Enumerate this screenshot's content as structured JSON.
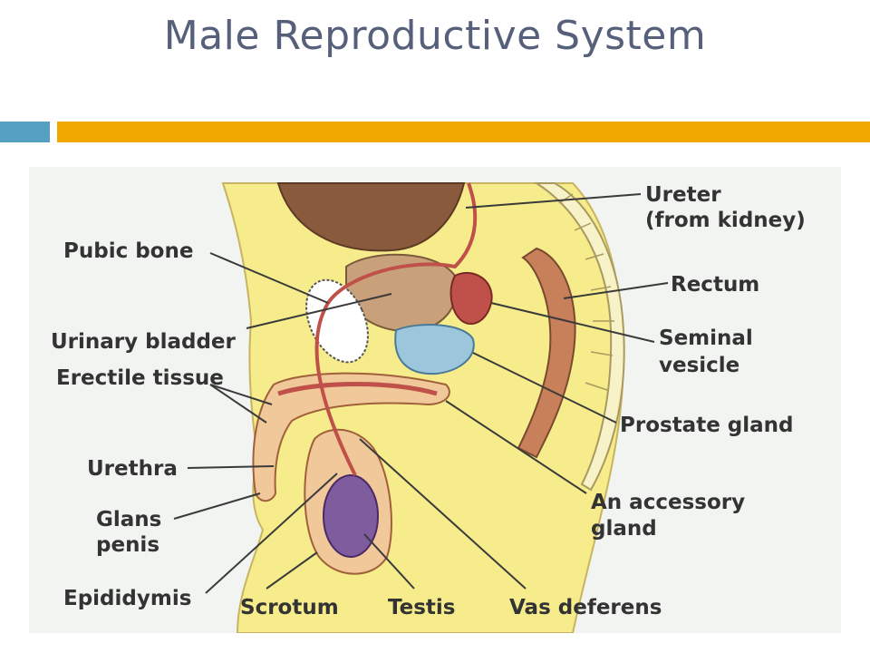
{
  "title": "Male Reproductive System",
  "colors": {
    "title": "#56607a",
    "accent_blue": "#56a0c4",
    "accent_gold": "#f0a800",
    "figure_bg": "#f1f4f1",
    "tissue_yellow": "#f6ec8c",
    "muscle_red": "#c0504a",
    "testis_purple": "#7e5c9e",
    "prostate_blue": "#9cc6dc"
  },
  "diagram": {
    "labels": {
      "ureter_1": "Ureter",
      "ureter_2": "(from kidney)",
      "pubic_bone": "Pubic bone",
      "rectum": "Rectum",
      "urinary_bladder": "Urinary bladder",
      "seminal_vesicle_1": "Seminal",
      "seminal_vesicle_2": "vesicle",
      "erectile_tissue": "Erectile tissue",
      "prostate_gland": "Prostate gland",
      "urethra": "Urethra",
      "accessory_gland_1": "An accessory",
      "accessory_gland_2": "gland",
      "glans_penis_1": "Glans",
      "glans_penis_2": "penis",
      "epididymis": "Epididymis",
      "scrotum": "Scrotum",
      "testis": "Testis",
      "vas_deferens": "Vas deferens"
    }
  }
}
